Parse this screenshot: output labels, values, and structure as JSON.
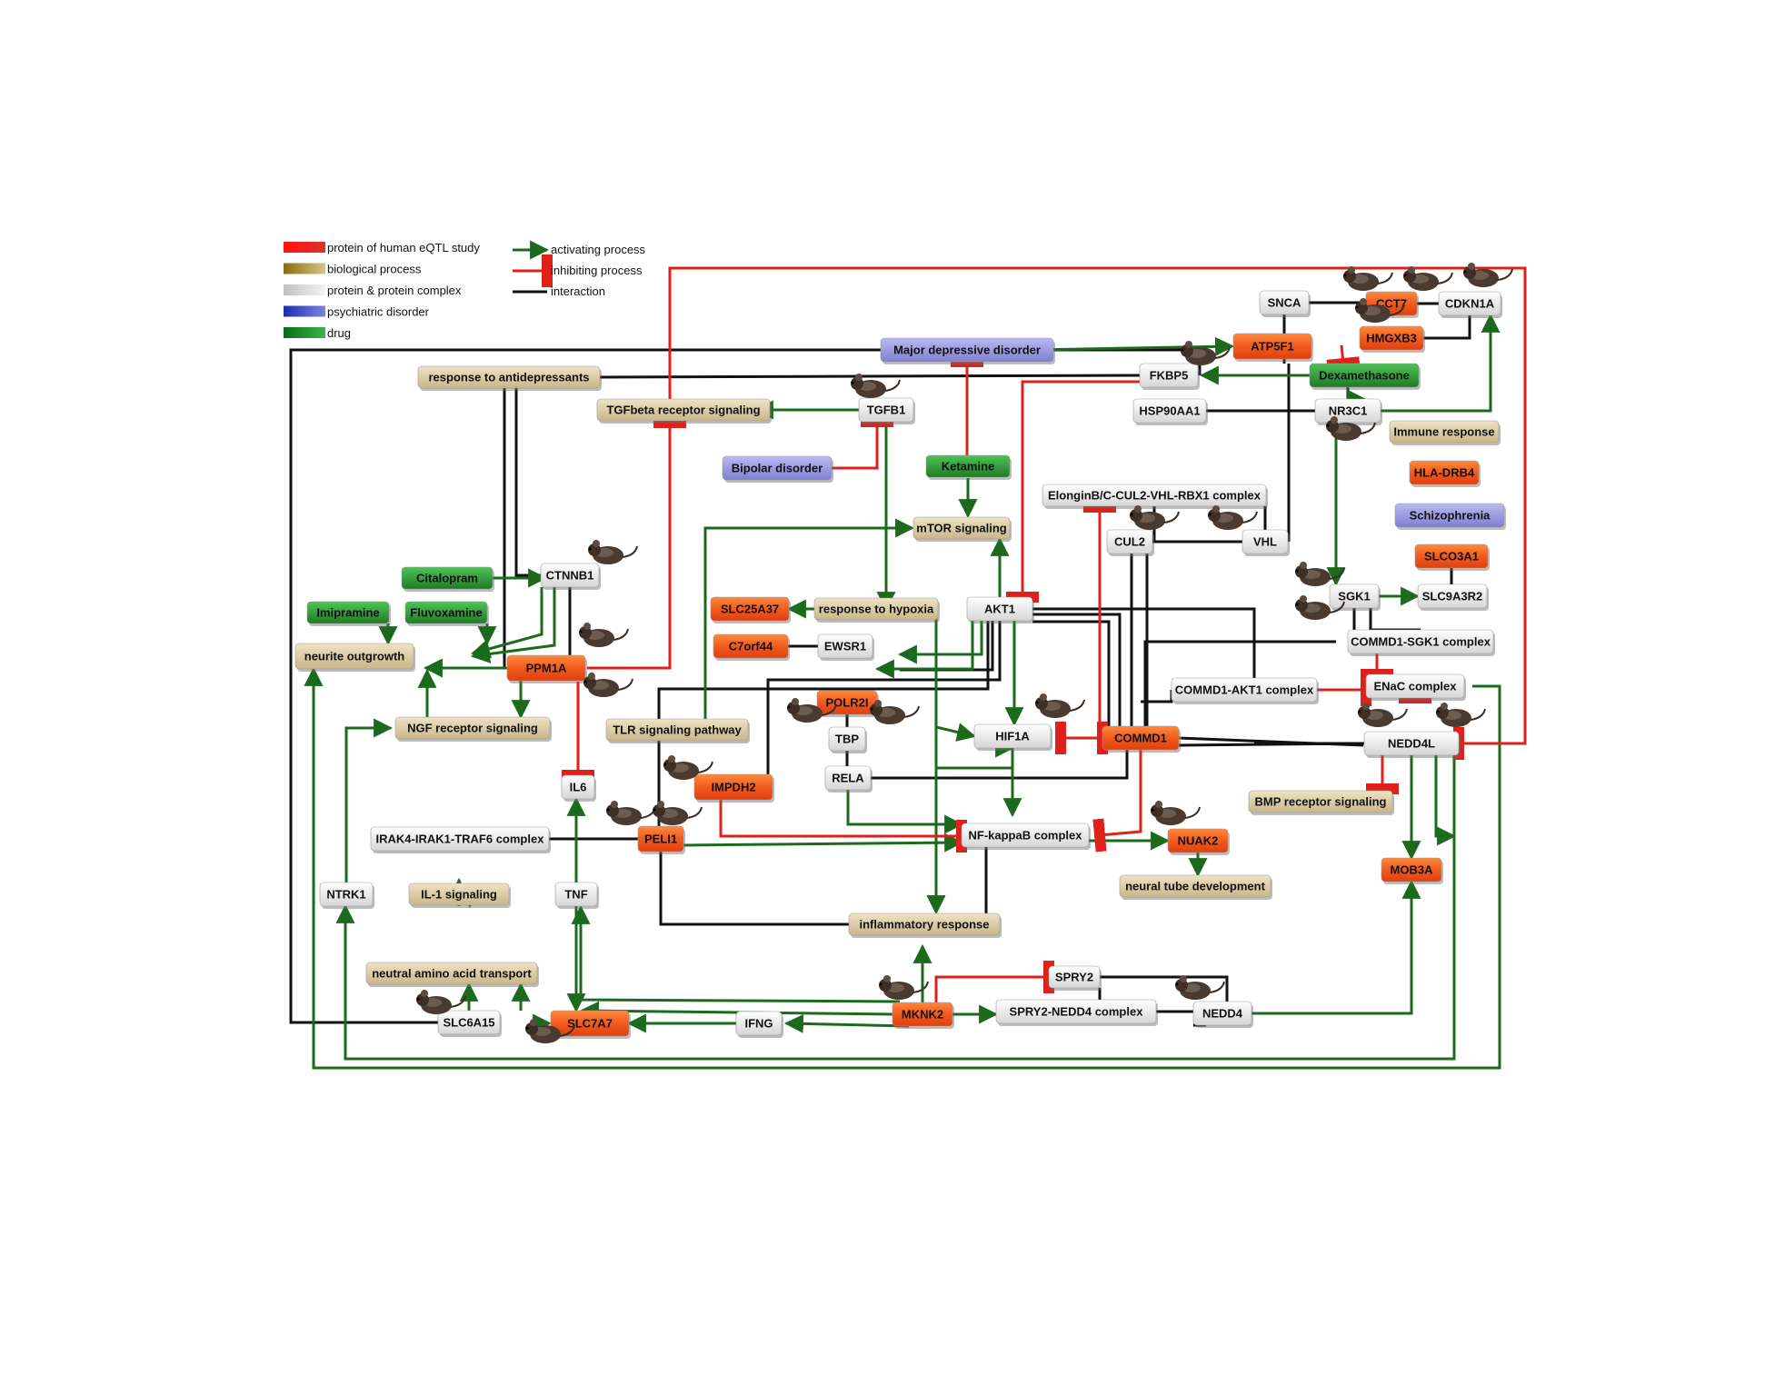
{
  "legend": {
    "nodes": [
      {
        "label": "protein of human eQTL study",
        "type": "eqtl"
      },
      {
        "label": "biological process",
        "type": "process"
      },
      {
        "label": "protein & protein complex",
        "type": "protein"
      },
      {
        "label": "psychiatric disorder",
        "type": "disorder"
      },
      {
        "label": "drug",
        "type": "drug"
      }
    ],
    "edges": [
      {
        "label": "activating process",
        "type": "activating"
      },
      {
        "label": "inhibiting process",
        "type": "inhibiting"
      },
      {
        "label": "interaction",
        "type": "interaction"
      }
    ]
  },
  "colors": {
    "eqtl": "#f25a1e",
    "process": "#d8c7a0",
    "protein": "#e8e8e8",
    "disorder": "#9a9ae0",
    "drug": "#2e9a35",
    "activating": "#1c6b1c",
    "inhibiting": "#e0201b",
    "interaction": "#111111"
  },
  "nodes": [
    {
      "id": "SNCA",
      "label": "SNCA",
      "type": "protein"
    },
    {
      "id": "CCT7",
      "label": "CCT7",
      "type": "eqtl"
    },
    {
      "id": "CDKN1A",
      "label": "CDKN1A",
      "type": "protein"
    },
    {
      "id": "HMGXB3",
      "label": "HMGXB3",
      "type": "eqtl"
    },
    {
      "id": "MDD",
      "label": "Major depressive disorder",
      "type": "disorder"
    },
    {
      "id": "ATP5F1",
      "label": "ATP5F1",
      "type": "eqtl"
    },
    {
      "id": "FKBP5",
      "label": "FKBP5",
      "type": "protein"
    },
    {
      "id": "DEX",
      "label": "Dexamethasone",
      "type": "drug"
    },
    {
      "id": "RTA",
      "label": "response to antidepressants",
      "type": "process"
    },
    {
      "id": "TGFBRS",
      "label": "TGFbeta receptor signaling",
      "type": "process"
    },
    {
      "id": "TGFB1",
      "label": "TGFB1",
      "type": "protein"
    },
    {
      "id": "HSP90AA1",
      "label": "HSP90AA1",
      "type": "protein"
    },
    {
      "id": "NR3C1",
      "label": "NR3C1",
      "type": "protein"
    },
    {
      "id": "IMMUNE",
      "label": "Immune response",
      "type": "process"
    },
    {
      "id": "BIPOLAR",
      "label": "Bipolar disorder",
      "type": "disorder"
    },
    {
      "id": "KETAMINE",
      "label": "Ketamine",
      "type": "drug"
    },
    {
      "id": "HLADRB4",
      "label": "HLA-DRB4",
      "type": "eqtl"
    },
    {
      "id": "ELONGIN",
      "label": "ElonginB/C-CUL2-VHL-RBX1 complex",
      "type": "protein"
    },
    {
      "id": "SCHIZO",
      "label": "Schizophrenia",
      "type": "disorder"
    },
    {
      "id": "MTOR",
      "label": "mTOR signaling",
      "type": "process"
    },
    {
      "id": "CUL2",
      "label": "CUL2",
      "type": "protein"
    },
    {
      "id": "VHL",
      "label": "VHL",
      "type": "protein"
    },
    {
      "id": "SLCO3A1",
      "label": "SLCO3A1",
      "type": "eqtl"
    },
    {
      "id": "CITALOPRAM",
      "label": "Citalopram",
      "type": "drug"
    },
    {
      "id": "CTNNB1",
      "label": "CTNNB1",
      "type": "protein"
    },
    {
      "id": "SGK1",
      "label": "SGK1",
      "type": "protein"
    },
    {
      "id": "SLC9A3R2",
      "label": "SLC9A3R2",
      "type": "protein"
    },
    {
      "id": "IMIPRAMINE",
      "label": "Imipramine",
      "type": "drug"
    },
    {
      "id": "FLUVOXAMINE",
      "label": "Fluvoxamine",
      "type": "drug"
    },
    {
      "id": "SLC25A37",
      "label": "SLC25A37",
      "type": "eqtl"
    },
    {
      "id": "RTH",
      "label": "response to hypoxia",
      "type": "process"
    },
    {
      "id": "AKT1",
      "label": "AKT1",
      "type": "protein"
    },
    {
      "id": "COMMD1SGK1",
      "label": "COMMD1-SGK1 complex",
      "type": "protein"
    },
    {
      "id": "NEURITE",
      "label": "neurite outgrowth",
      "type": "process"
    },
    {
      "id": "C7ORF44",
      "label": "C7orf44",
      "type": "eqtl"
    },
    {
      "id": "EWSR1",
      "label": "EWSR1",
      "type": "protein"
    },
    {
      "id": "PPM1A",
      "label": "PPM1A",
      "type": "eqtl"
    },
    {
      "id": "ENAC",
      "label": "ENaC complex",
      "type": "protein"
    },
    {
      "id": "COMMD1AKT1",
      "label": "COMMD1-AKT1 complex",
      "type": "protein"
    },
    {
      "id": "POLR2I",
      "label": "POLR2I",
      "type": "eqtl"
    },
    {
      "id": "NGFRS",
      "label": "NGF receptor signaling",
      "type": "process"
    },
    {
      "id": "TLR",
      "label": "TLR signaling pathway",
      "type": "process"
    },
    {
      "id": "TBP",
      "label": "TBP",
      "type": "protein"
    },
    {
      "id": "HIF1A",
      "label": "HIF1A",
      "type": "protein"
    },
    {
      "id": "COMMD1",
      "label": "COMMD1",
      "type": "eqtl"
    },
    {
      "id": "NEDD4L",
      "label": "NEDD4L",
      "type": "protein"
    },
    {
      "id": "IL6",
      "label": "IL6",
      "type": "protein"
    },
    {
      "id": "RELA",
      "label": "RELA",
      "type": "protein"
    },
    {
      "id": "IMPDH2",
      "label": "IMPDH2",
      "type": "eqtl"
    },
    {
      "id": "BMP",
      "label": "BMP receptor signaling",
      "type": "process"
    },
    {
      "id": "IRAK",
      "label": "IRAK4-IRAK1-TRAF6 complex",
      "type": "protein"
    },
    {
      "id": "PELI1",
      "label": "PELI1",
      "type": "eqtl"
    },
    {
      "id": "NFKB",
      "label": "NF-kappaB complex",
      "type": "protein"
    },
    {
      "id": "NUAK2",
      "label": "NUAK2",
      "type": "eqtl"
    },
    {
      "id": "MOB3A",
      "label": "MOB3A",
      "type": "eqtl"
    },
    {
      "id": "NTRK1",
      "label": "NTRK1",
      "type": "protein"
    },
    {
      "id": "IL1",
      "label": "IL-1 signaling",
      "type": "process"
    },
    {
      "id": "TNF",
      "label": "TNF",
      "type": "protein"
    },
    {
      "id": "NTD",
      "label": "neural tube development",
      "type": "process"
    },
    {
      "id": "INFLAM",
      "label": "inflammatory response",
      "type": "process"
    },
    {
      "id": "NAAT",
      "label": "neutral amino acid transport",
      "type": "process"
    },
    {
      "id": "SPRY2",
      "label": "SPRY2",
      "type": "protein"
    },
    {
      "id": "MKNK2",
      "label": "MKNK2",
      "type": "eqtl"
    },
    {
      "id": "SPRYNEDD",
      "label": "SPRY2-NEDD4 complex",
      "type": "protein"
    },
    {
      "id": "NEDD4",
      "label": "NEDD4",
      "type": "protein"
    },
    {
      "id": "SLC6A15",
      "label": "SLC6A15",
      "type": "protein"
    },
    {
      "id": "SLC7A7",
      "label": "SLC7A7",
      "type": "eqtl"
    },
    {
      "id": "IFNG",
      "label": "IFNG",
      "type": "protein"
    }
  ],
  "mouse_icon": "mouse-icon"
}
